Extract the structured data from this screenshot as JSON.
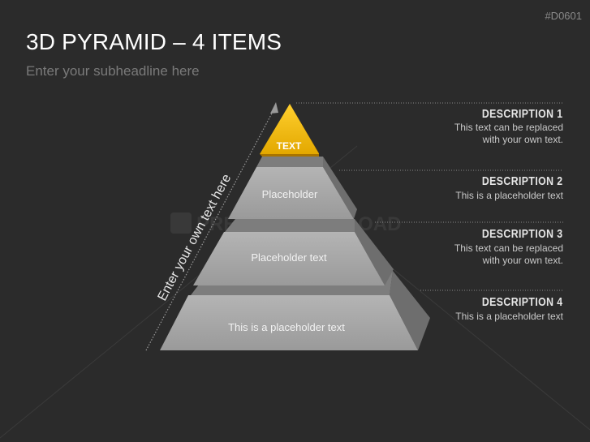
{
  "slide": {
    "code": "#D0601",
    "title": "3D PYRAMID – 4 ITEMS",
    "subtitle": "Enter your subheadline here",
    "watermark": "PRESENTATIONLOAD"
  },
  "pyramid": {
    "arrow_label": "Enter your own text here",
    "levels": [
      {
        "label": "TEXT",
        "color": "#f2b705"
      },
      {
        "label": "Placeholder",
        "color": "#a6a6a6"
      },
      {
        "label": "Placeholder text",
        "color": "#a6a6a6"
      },
      {
        "label": "This is a placeholder text",
        "color": "#a6a6a6"
      }
    ]
  },
  "descriptions": [
    {
      "title": "DESCRIPTION 1",
      "line1": "This text can be replaced",
      "line2": "with your own text."
    },
    {
      "title": "DESCRIPTION 2",
      "line1": "This is a placeholder text",
      "line2": ""
    },
    {
      "title": "DESCRIPTION 3",
      "line1": "This text can be replaced",
      "line2": "with your own text."
    },
    {
      "title": "DESCRIPTION 4",
      "line1": "This is a placeholder text",
      "line2": ""
    }
  ]
}
